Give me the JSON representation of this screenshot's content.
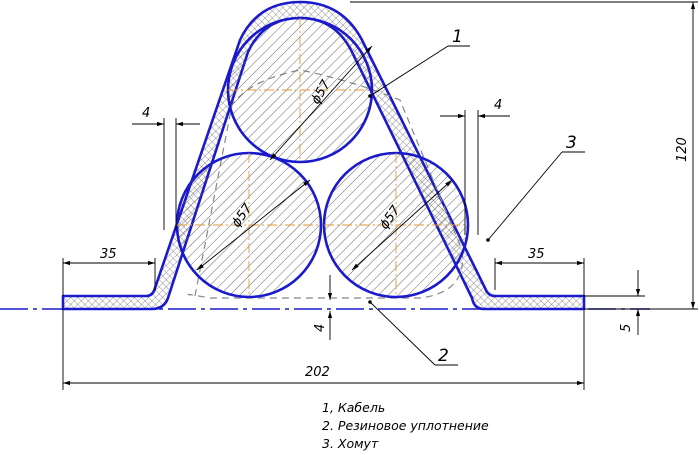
{
  "dimensions": {
    "height_120": "120",
    "flange_left_35": "35",
    "flange_right_35": "35",
    "wall_left_4": "4",
    "wall_right_4": "4",
    "width_202": "202",
    "seal_gap_4": "4",
    "base_5": "5",
    "cable_diameter_top": "ϕ57",
    "cable_diameter_left": "ϕ57",
    "cable_diameter_right": "ϕ57"
  },
  "leaders": {
    "cable": "1",
    "seal": "2",
    "clamp": "3"
  },
  "legend": {
    "item1": "1, Кабель",
    "item2": "2. Резиновое уплотнение",
    "item3": "3. Хомут"
  },
  "colors": {
    "outline": "#1a1acc",
    "hatch": "#555555",
    "centerline": "#e09a3a",
    "dimension": "#000000"
  }
}
